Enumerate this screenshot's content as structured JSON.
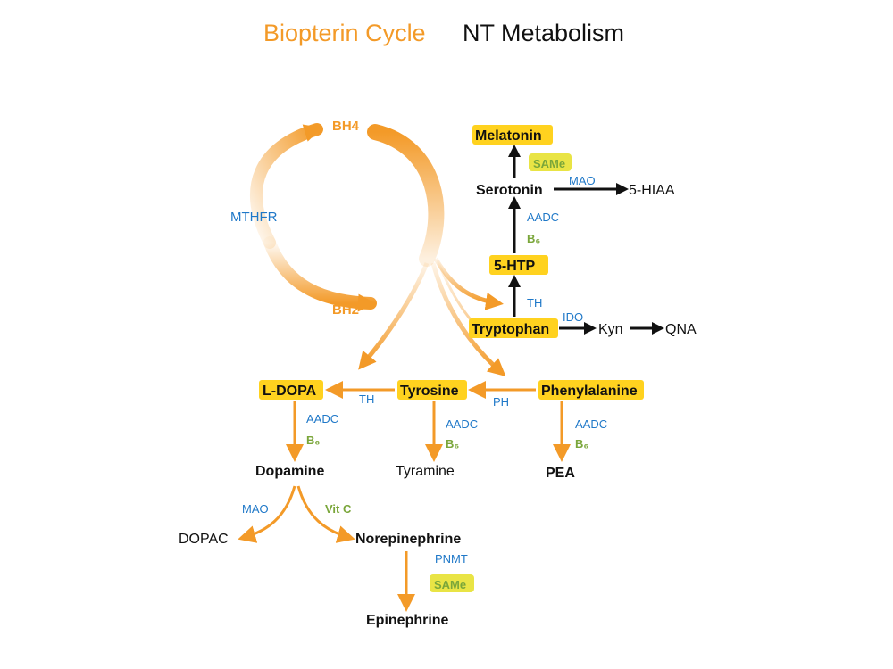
{
  "header": {
    "left_title": "Biopterin Cycle",
    "right_title": "NT Metabolism"
  },
  "colors": {
    "orange": "#f39a28",
    "enzyme_blue": "#1f78c8",
    "cofactor_green": "#7aa63a",
    "highlight_yellow": "#ffd21f",
    "arrow_black": "#111111"
  },
  "cycle": {
    "bh4": "BH4",
    "bh2": "BH2",
    "enzyme": "MTHFR"
  },
  "nodes": {
    "melatonin": "Melatonin",
    "serotonin": "Serotonin",
    "hiaa": "5-HIAA",
    "htp": "5-HTP",
    "tryptophan": "Tryptophan",
    "kyn": "Kyn",
    "qna": "QNA",
    "ldopa": "L-DOPA",
    "tyrosine": "Tyrosine",
    "phenylalanine": "Phenylalanine",
    "dopamine": "Dopamine",
    "tyramine": "Tyramine",
    "pea": "PEA",
    "dopac": "DOPAC",
    "norepinephrine": "Norepinephrine",
    "epinephrine": "Epinephrine"
  },
  "enzymes": {
    "mao_serotonin": "MAO",
    "aadc_serotonin": "AADC",
    "th_tryptophan": "TH",
    "ido": "IDO",
    "th_tyrosine": "TH",
    "ph": "PH",
    "aadc_dopamine": "AADC",
    "aadc_tyramine": "AADC",
    "aadc_pea": "AADC",
    "mao_dopamine": "MAO",
    "pnmt": "PNMT"
  },
  "cofactors": {
    "same_melatonin": "SAMe",
    "b6_serotonin": "B₆",
    "b6_dopamine": "B₆",
    "b6_tyramine": "B₆",
    "b6_pea": "B₆",
    "vitc": "Vit C",
    "same_epinephrine": "SAMe"
  }
}
